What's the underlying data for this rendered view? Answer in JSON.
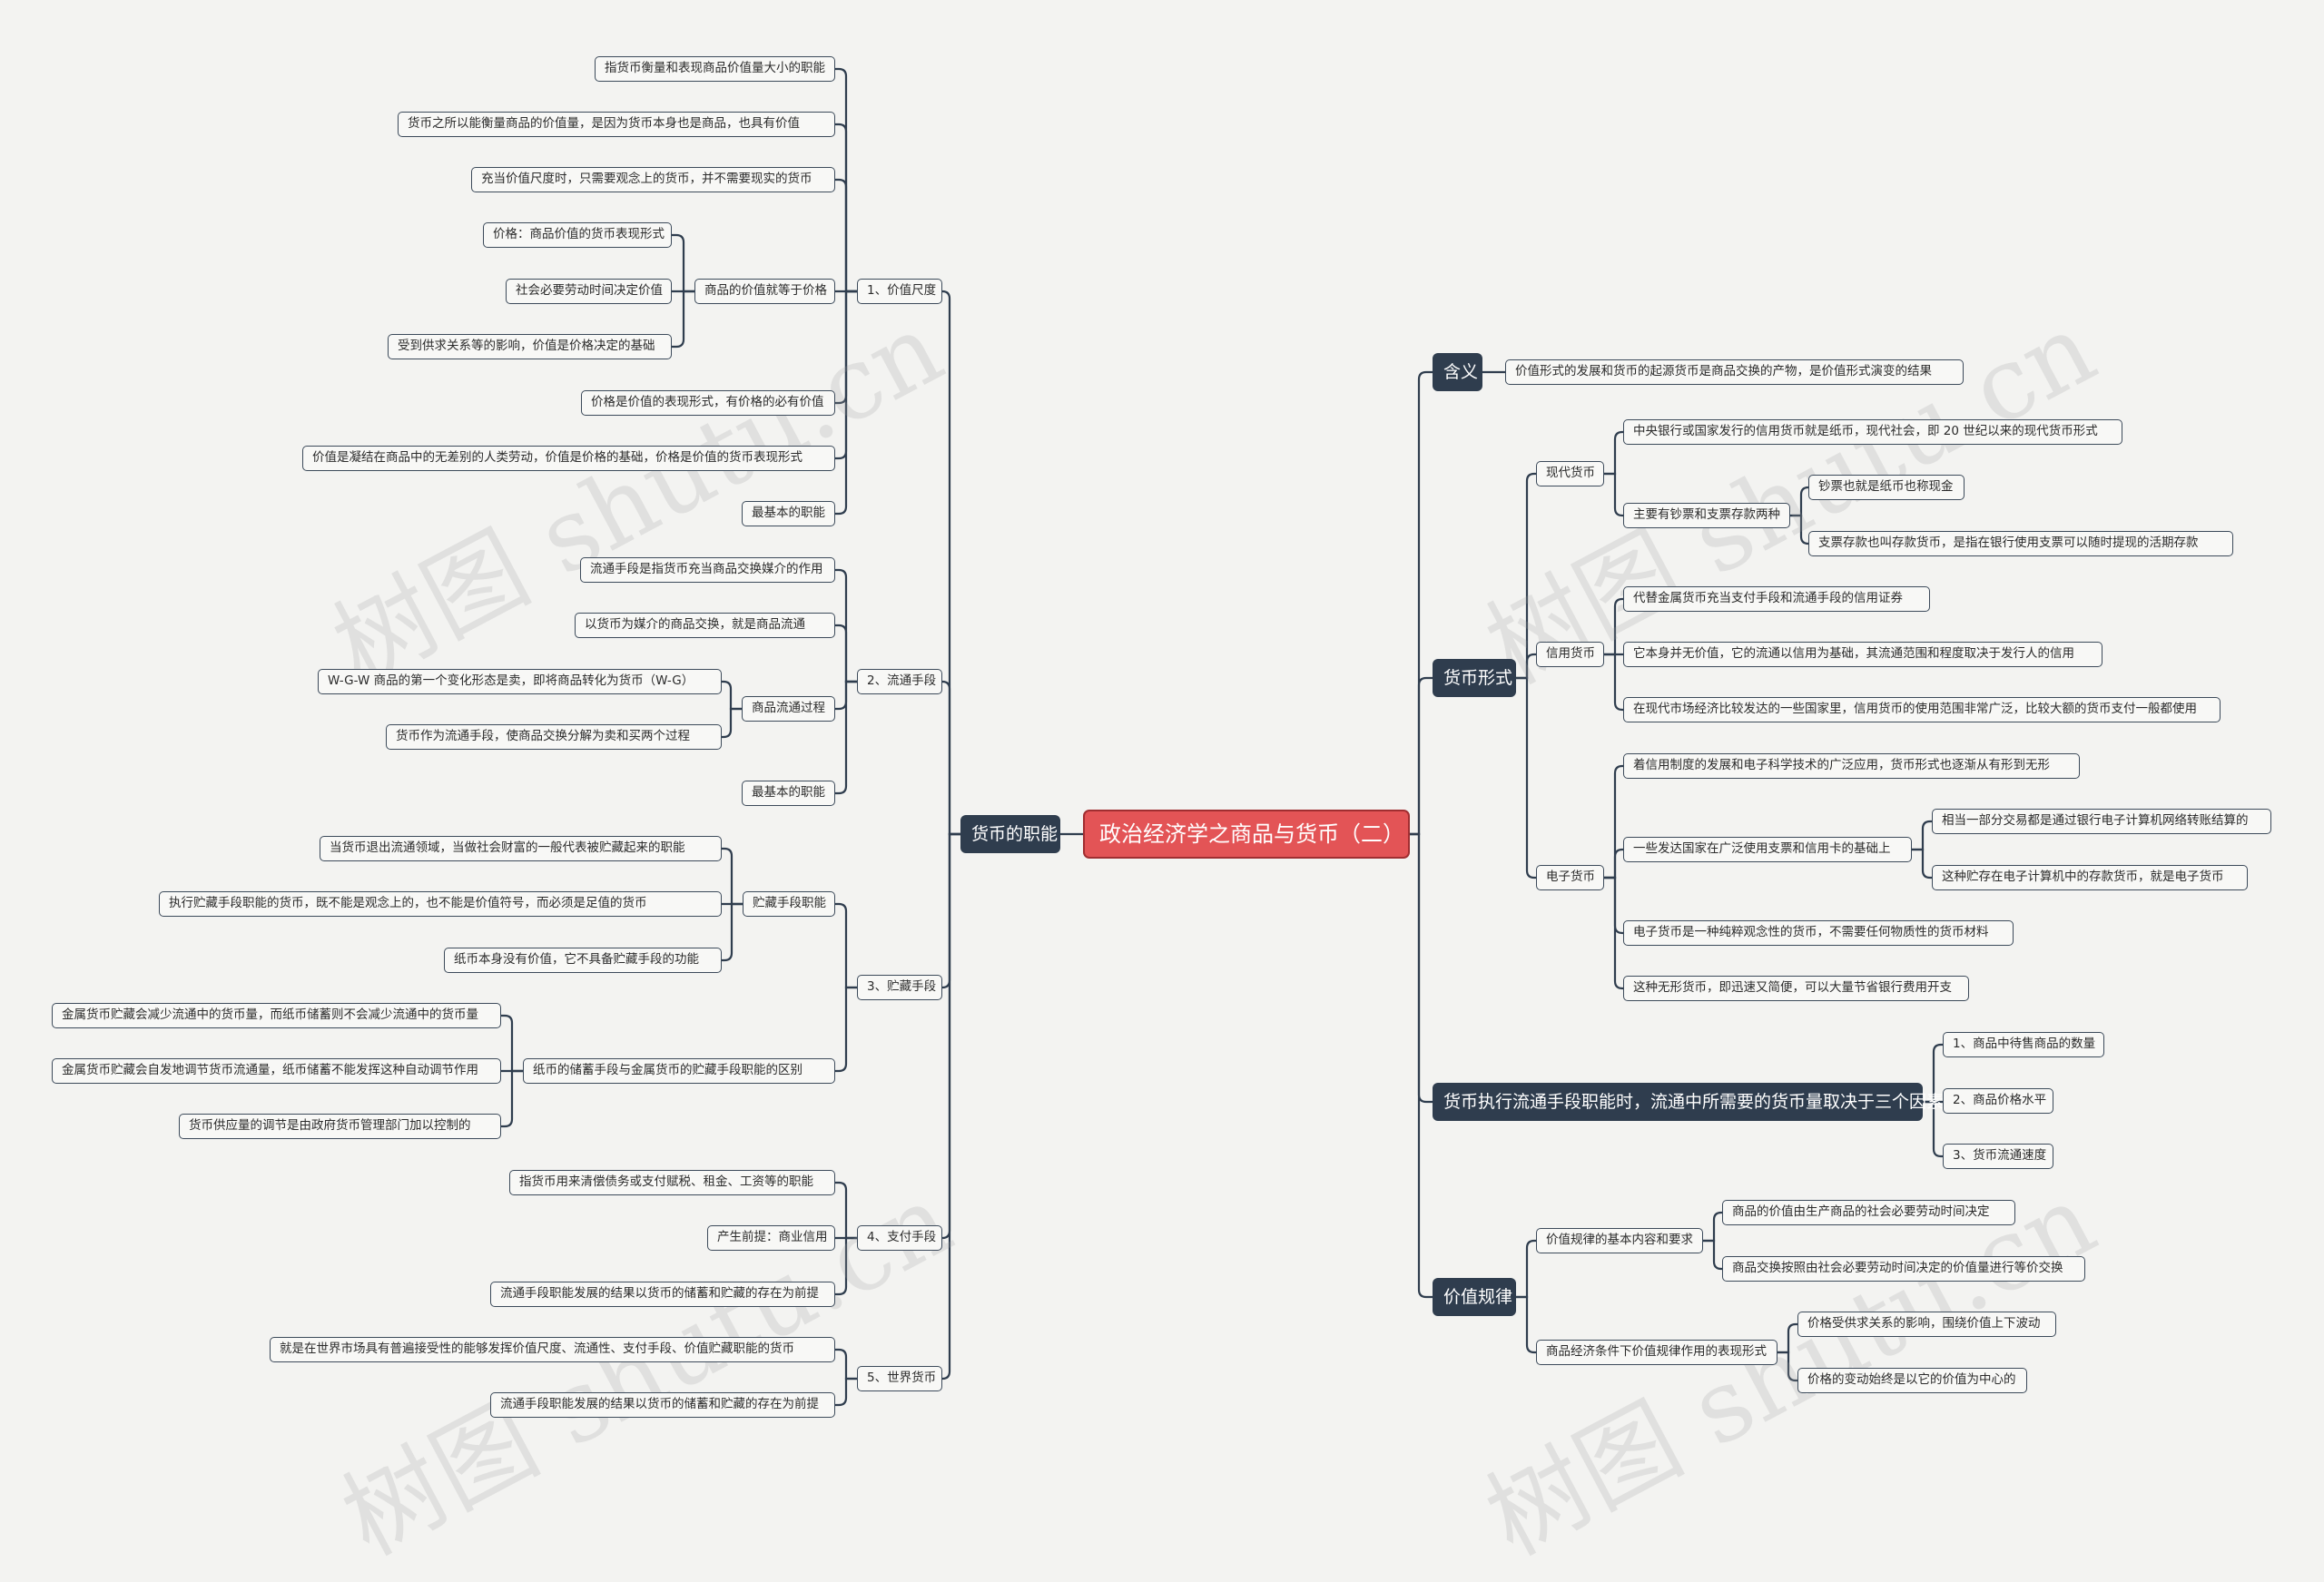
{
  "title": "政治经济学之商品与货币（二）",
  "watermark": "树图 shutu.cn",
  "colors": {
    "root_fill": "#e35456",
    "main_fill": "#2f3d4e",
    "edge": "#2f3d4e",
    "leaf_border": "#3c4a5a",
    "background": "#f3f3f1"
  },
  "nodes": {
    "root": "政治经济学之商品与货币（二）",
    "func": "货币的职能",
    "vs": "1、价值尺度",
    "vs1": "指货币衡量和表现商品价值量大小的职能",
    "vs2": "货币之所以能衡量商品的价值量，是因为货币本身也是商品，也具有价值",
    "vs3": "充当价值尺度时，只需要观念上的货币，并不需要现实的货币",
    "vs4": "商品的价值就等于价格",
    "vs4a": "价格：商品价值的货币表现形式",
    "vs4b": "社会必要劳动时间决定价值",
    "vs4c": "受到供求关系等的影响，价值是价格决定的基础",
    "vs5": "价格是价值的表现形式，有价格的必有价值",
    "vs6": "价值是凝结在商品中的无差别的人类劳动，价值是价格的基础，价格是价值的货币表现形式",
    "vs7": "最基本的职能",
    "circ": "2、流通手段",
    "circ1": "流通手段是指货币充当商品交换媒介的作用",
    "circ2": "以货币为媒介的商品交换，就是商品流通",
    "circ3": "商品流通过程",
    "circ3a": "W-G-W 商品的第一个变化形态是卖，即将商品转化为货币（W-G）",
    "circ3b": "货币作为流通手段，使商品交换分解为卖和买两个过程",
    "circ4": "最基本的职能",
    "stor": "3、贮藏手段",
    "stor1": "贮藏手段职能",
    "stor1a": "当货币退出流通领域，当做社会财富的一般代表被贮藏起来的职能",
    "stor1b": "执行贮藏手段职能的货币，既不能是观念上的，也不能是价值符号，而必须是足值的货币",
    "stor1c": "纸币本身没有价值，它不具备贮藏手段的功能",
    "stor2": "纸币的储蓄手段与金属货币的贮藏手段职能的区别",
    "stor2a": "金属货币贮藏会减少流通中的货币量，而纸币储蓄则不会减少流通中的货币量",
    "stor2b": "金属货币贮藏会自发地调节货币流通量，纸币储蓄不能发挥这种自动调节作用",
    "stor2c": "货币供应量的调节是由政府货币管理部门加以控制的",
    "pay": "4、支付手段",
    "pay1": "指货币用来清偿债务或支付赋税、租金、工资等的职能",
    "pay2": "产生前提：商业信用",
    "pay3": "流通手段职能发展的结果以货币的储蓄和贮藏的存在为前提",
    "world": "5、世界货币",
    "world1": "就是在世界市场具有普遍接受性的能够发挥价值尺度、流通性、支付手段、价值贮藏职能的货币",
    "world2": "流通手段职能发展的结果以货币的储蓄和贮藏的存在为前提",
    "meaning": "含义",
    "meaning1": "价值形式的发展和货币的起源货币是商品交换的产物，是价值形式演变的结果",
    "forms": "货币形式",
    "modern": "现代货币",
    "modern1": "中央银行或国家发行的信用货币就是纸币，现代社会，即 20 世纪以来的现代货币形式",
    "modern2": "主要有钞票和支票存款两种",
    "modern2a": "钞票也就是纸币也称现金",
    "modern2b": "支票存款也叫存款货币，是指在银行使用支票可以随时提现的活期存款",
    "credit": "信用货币",
    "credit1": "代替金属货币充当支付手段和流通手段的信用证券",
    "credit2": "它本身并无价值，它的流通以信用为基础，其流通范围和程度取决于发行人的信用",
    "credit3": "在现代市场经济比较发达的一些国家里，信用货币的使用范围非常广泛，比较大额的货币支付一般都使用",
    "ecash": "电子货币",
    "ecash1": "着信用制度的发展和电子科学技术的广泛应用，货币形式也逐渐从有形到无形",
    "ecash2": "一些发达国家在广泛使用支票和信用卡的基础上",
    "ecash2a": "相当一部分交易都是通过银行电子计算机网络转账结算的",
    "ecash2b": "这种贮存在电子计算机中的存款货币，就是电子货币",
    "ecash3": "电子货币是一种纯粹观念性的货币，不需要任何物质性的货币材料",
    "ecash4": "这种无形货币，即迅速又简便，可以大量节省银行费用开支",
    "three": "货币执行流通手段职能时，流通中所需要的货币量取决于三个因素",
    "three1": "1、商品中待售商品的数量",
    "three2": "2、商品价格水平",
    "three3": "3、货币流通速度",
    "law": "价值规律",
    "law1": "价值规律的基本内容和要求",
    "law1a": "商品的价值由生产商品的社会必要劳动时间决定",
    "law1b": "商品交换按照由社会必要劳动时间决定的价值量进行等价交换",
    "law2": "商品经济条件下价值规律作用的表现形式",
    "law2a": "价格受供求关系的影响，围绕价值上下波动",
    "law2b": "价格的变动始终是以它的价值为中心的"
  }
}
